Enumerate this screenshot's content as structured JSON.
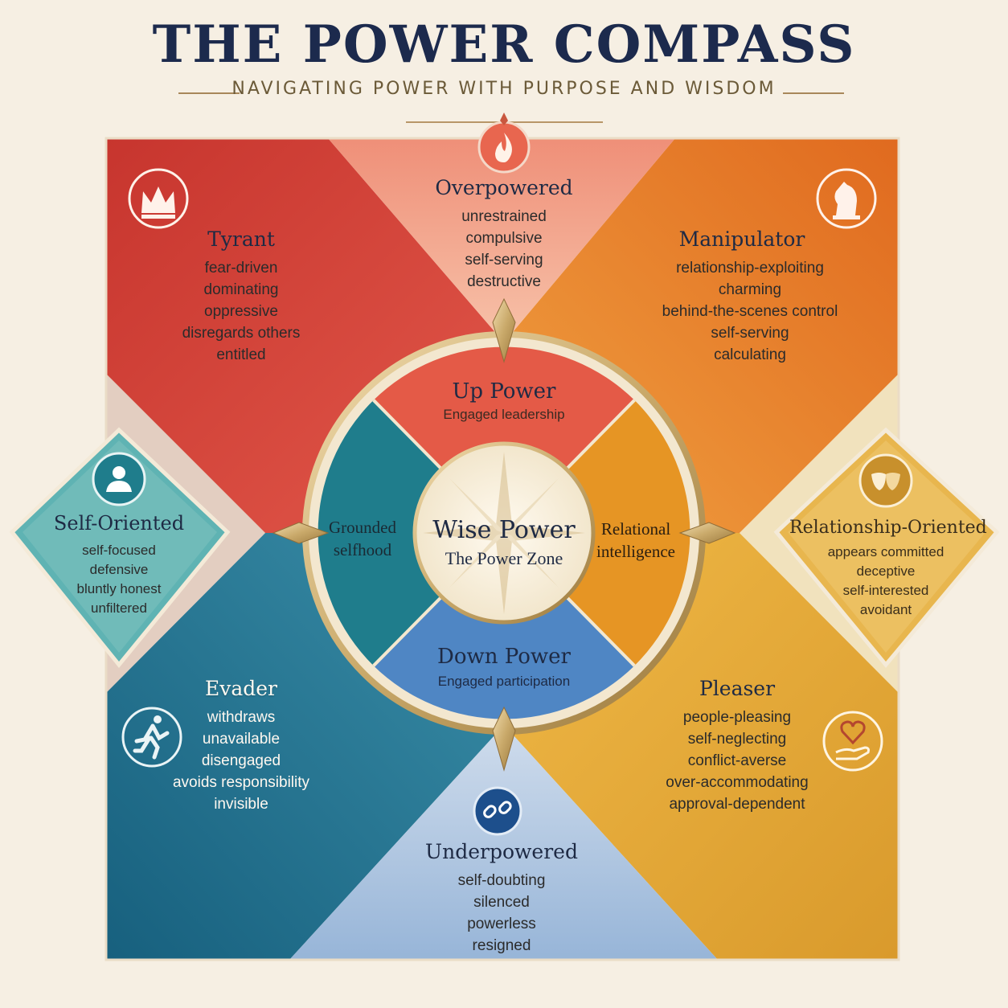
{
  "header": {
    "title": "THE POWER COMPASS",
    "subtitle": "NAVIGATING POWER WITH PURPOSE AND WISDOM"
  },
  "quadrants": {
    "tyrant": {
      "name": "Tyrant",
      "traits": [
        "fear-driven",
        "dominating",
        "oppressive",
        "disregards others",
        "entitled"
      ],
      "icon": "crown-icon"
    },
    "manipulator": {
      "name": "Manipulator",
      "traits": [
        "relationship-exploiting",
        "charming",
        "behind-the-scenes control",
        "self-serving",
        "calculating"
      ],
      "icon": "chess-knight-icon"
    },
    "evader": {
      "name": "Evader",
      "traits": [
        "withdraws",
        "unavailable",
        "disengaged",
        "avoids responsibility",
        "invisible"
      ],
      "icon": "running-person-icon"
    },
    "pleaser": {
      "name": "Pleaser",
      "traits": [
        "people-pleasing",
        "self-neglecting",
        "conflict-averse",
        "over-accommodating",
        "approval-dependent"
      ],
      "icon": "heart-hand-icon"
    }
  },
  "triangles": {
    "overpowered": {
      "name": "Overpowered",
      "traits": [
        "unrestrained",
        "compulsive",
        "self-serving",
        "destructive"
      ],
      "icon": "flame-icon"
    },
    "underpowered": {
      "name": "Underpowered",
      "traits": [
        "self-doubting",
        "silenced",
        "powerless",
        "resigned"
      ],
      "icon": "broken-chain-icon"
    }
  },
  "diamonds": {
    "self_oriented": {
      "name": "Self-Oriented",
      "traits": [
        "self-focused",
        "defensive",
        "bluntly honest",
        "unfiltered"
      ],
      "icon": "person-icon"
    },
    "relationship_oriented": {
      "name": "Relationship-Oriented",
      "traits": [
        "appears committed",
        "deceptive",
        "self-interested",
        "avoidant"
      ],
      "icon": "theater-masks-icon"
    }
  },
  "wheel": {
    "up": {
      "name": "Up Power",
      "desc": "Engaged leadership"
    },
    "down": {
      "name": "Down Power",
      "desc": "Engaged participation"
    },
    "left": {
      "line1": "Grounded",
      "line2": "selfhood"
    },
    "right": {
      "line1": "Relational",
      "line2": "intelligence"
    },
    "center": {
      "name": "Wise Power",
      "desc": "The Power Zone"
    }
  },
  "colors": {
    "background": "#f6efe3",
    "tyrant": "#cf3f35",
    "manipulator": "#e8852a",
    "evader": "#1f6f8f",
    "pleaser": "#e3a337",
    "gold": "#c9a96a",
    "navy": "#1c2a4d"
  }
}
